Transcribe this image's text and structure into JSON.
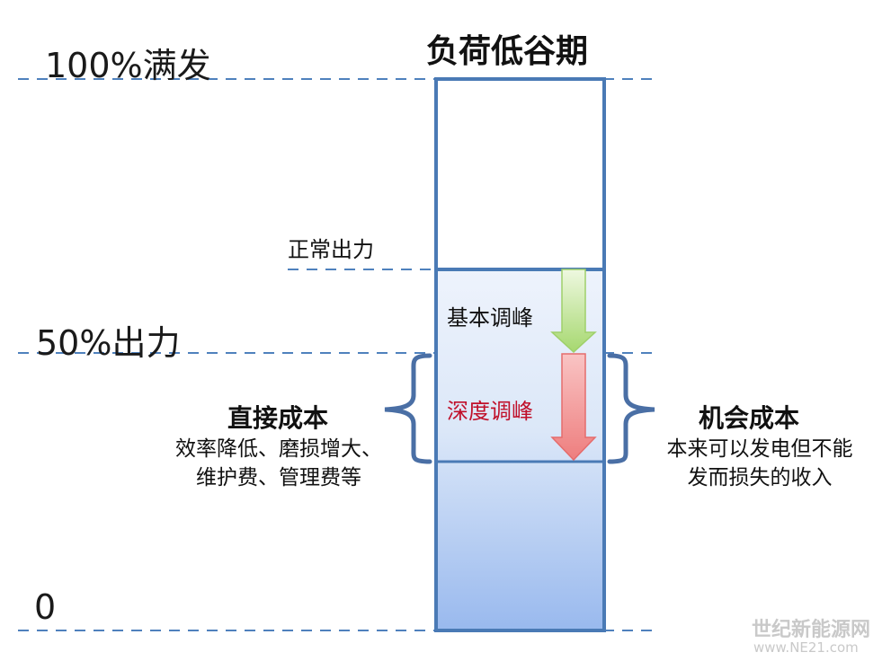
{
  "title": "负荷低谷期",
  "levels": {
    "full": "100%满发",
    "normal": "正常出力",
    "half": "50%出力",
    "zero": "0"
  },
  "bands": {
    "basic": "基本调峰",
    "deep": "深度调峰"
  },
  "left_note": {
    "heading": "直接成本",
    "line1": "效率降低、磨损增大、",
    "line2": "维护费、管理费等"
  },
  "right_note": {
    "heading": "机会成本",
    "line1": "本来可以发电但不能",
    "line2": "发而损失的收入"
  },
  "watermark": {
    "line1": "世纪新能源网",
    "line2": "www.NE21.com"
  },
  "colors": {
    "bar_border": "#4a7ab5",
    "bar_fill_top": "#e8f0fb",
    "bar_fill_bottom": "#9dbcef",
    "dash": "#4f81bd",
    "arrow_green": "#b5e08a",
    "arrow_red": "#f39090",
    "deep_text": "#c0102a",
    "brace": "#4a6fa5"
  }
}
